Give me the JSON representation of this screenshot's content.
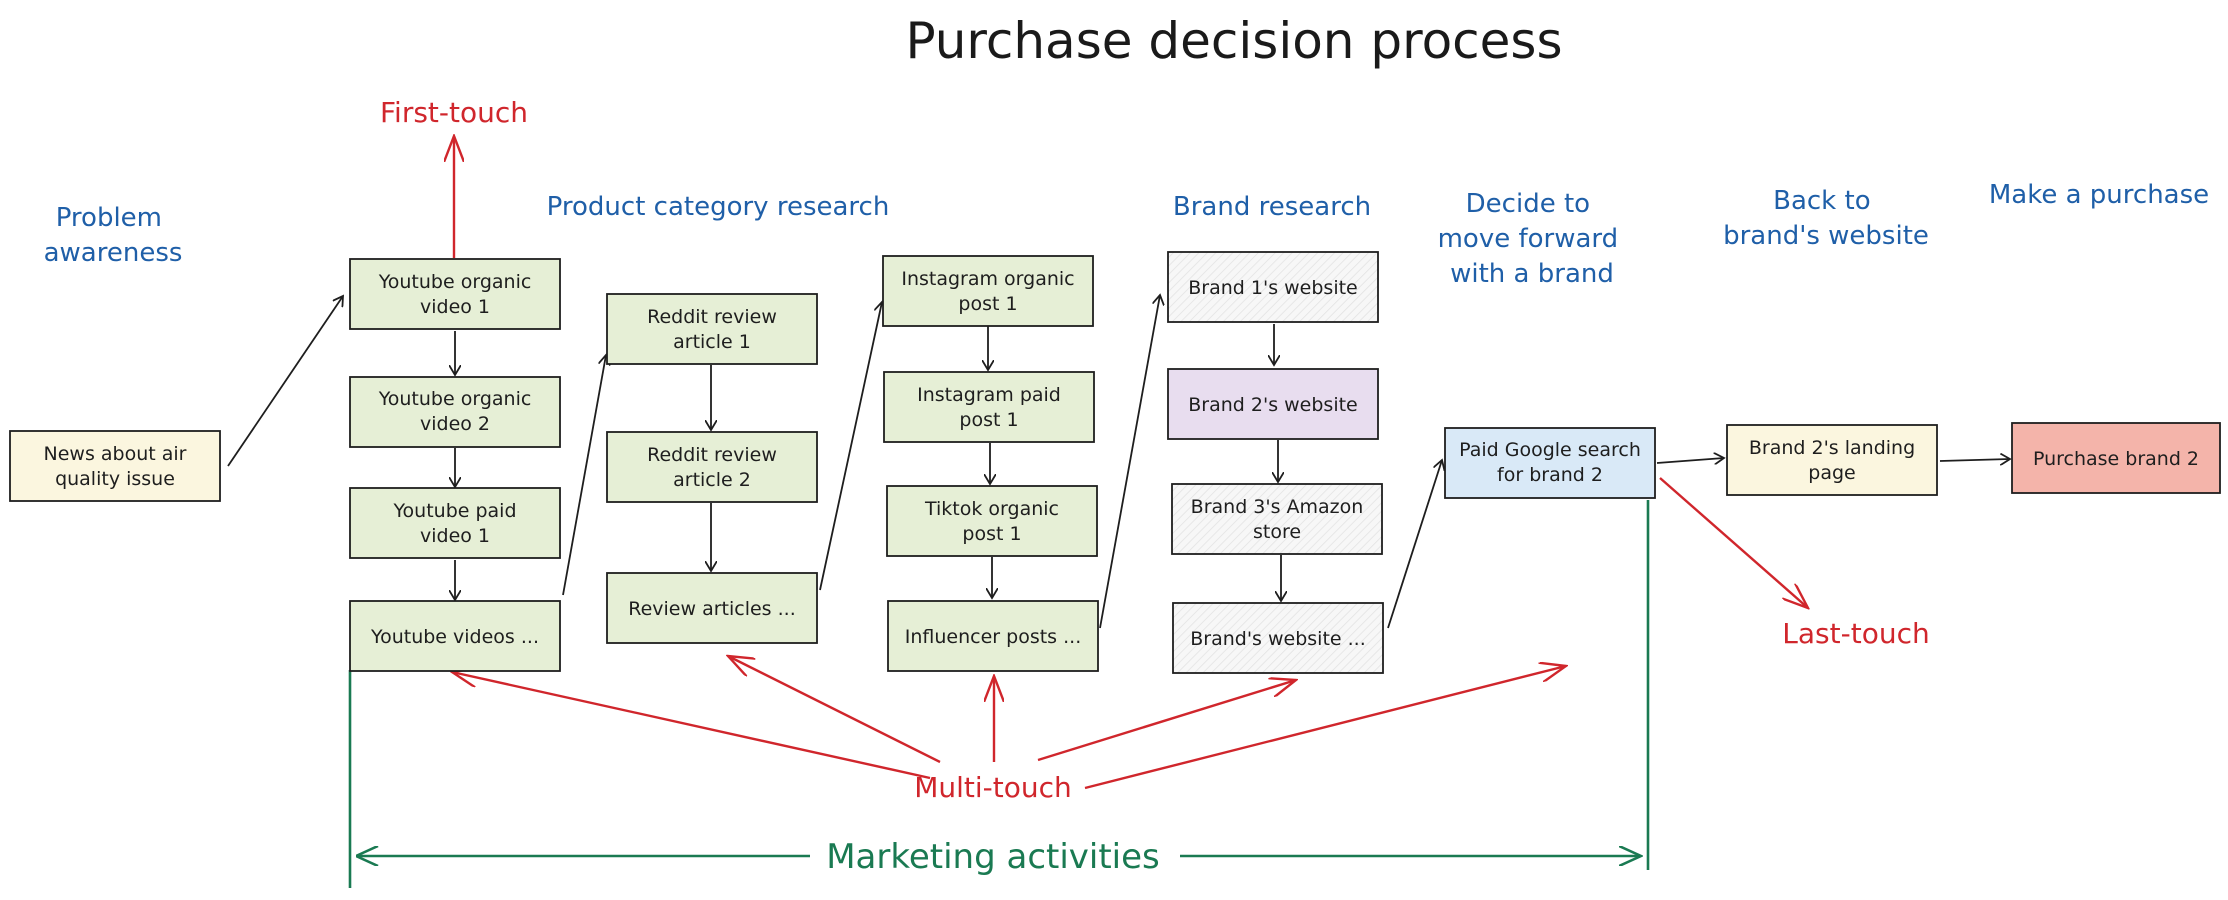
{
  "title": "Purchase decision process",
  "stages": {
    "problem_awareness": [
      "Problem",
      "awareness"
    ],
    "category_research": "Product category research",
    "brand_research": "Brand research",
    "decide": [
      "Decide to",
      "move forward",
      "with a brand"
    ],
    "back": [
      "Back to",
      "brand's website"
    ],
    "purchase": "Make a purchase"
  },
  "boxes": {
    "news": [
      "News about air",
      "quality issue"
    ],
    "yt1": [
      "Youtube organic",
      "video 1"
    ],
    "yt2": [
      "Youtube organic",
      "video 2"
    ],
    "yt3": [
      "Youtube paid",
      "video 1"
    ],
    "yt4": [
      "Youtube videos ..."
    ],
    "rd1": [
      "Reddit review",
      "article 1"
    ],
    "rd2": [
      "Reddit review",
      "article 2"
    ],
    "rd3": [
      "Review articles ..."
    ],
    "ig1": [
      "Instagram organic",
      "post 1"
    ],
    "ig2": [
      "Instagram paid",
      "post 1"
    ],
    "ig3": [
      "Tiktok organic",
      "post 1"
    ],
    "ig4": [
      "Influencer posts ..."
    ],
    "br1": [
      "Brand 1's website"
    ],
    "br2": [
      "Brand 2's website"
    ],
    "br3": [
      "Brand 3's Amazon",
      "store"
    ],
    "br4": [
      "Brand's website ..."
    ],
    "google": [
      "Paid Google search",
      "for brand 2"
    ],
    "landing": [
      "Brand 2's landing",
      "page"
    ],
    "purchase": [
      "Purchase brand 2"
    ]
  },
  "labels": {
    "first_touch": "First-touch",
    "last_touch": "Last-touch",
    "multi_touch": "Multi-touch",
    "marketing": "Marketing activities"
  },
  "colors": {
    "green_box": "#e6efd6",
    "yellow_box": "#fbf6df",
    "purple_box": "#e8ddef",
    "blue_box": "#d9e9f7",
    "red_box": "#f4b4aa",
    "white_box": "#f7f7f7",
    "stage_blue": "#1f5fa8",
    "touch_red": "#d0262c",
    "marketing_green": "#1a7a52"
  }
}
